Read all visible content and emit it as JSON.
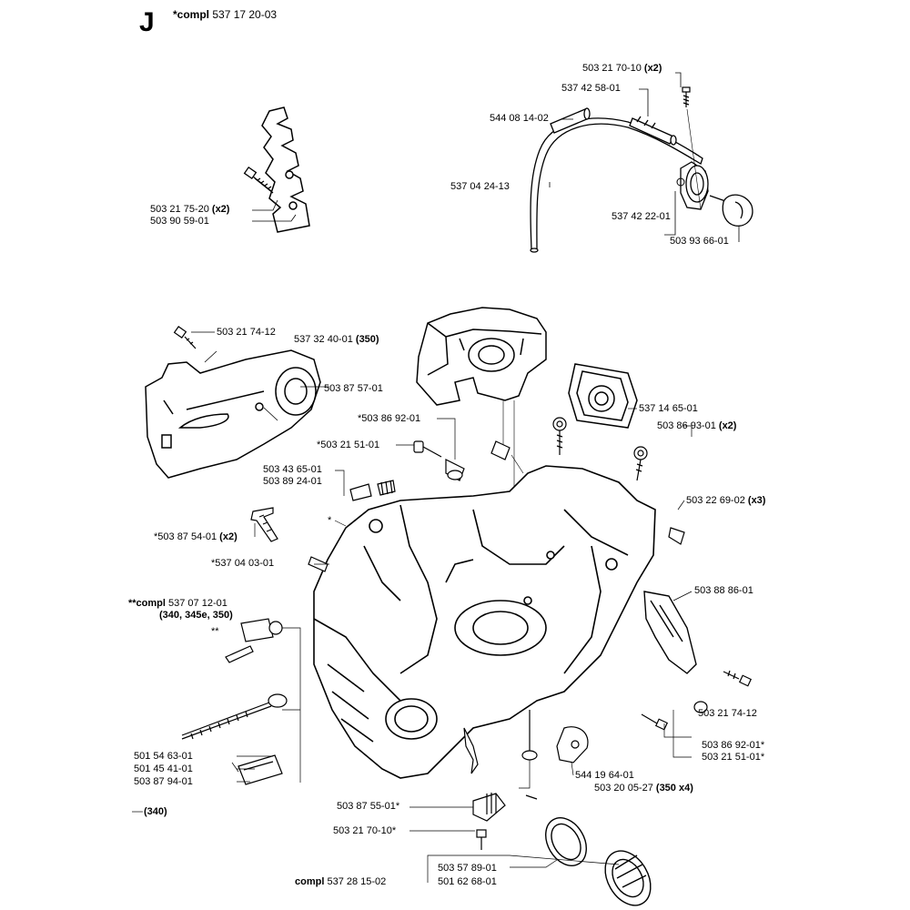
{
  "section": {
    "letter": "J",
    "title_prefix": "*compl",
    "title_number": " 537 17 20-03"
  },
  "labels": [
    {
      "id": "l1",
      "text": "503 21 70-10",
      "suffix": " (x2)"
    },
    {
      "id": "l2",
      "text": "537 42 58-01",
      "suffix": ""
    },
    {
      "id": "l3",
      "text": "544 08 14-02",
      "suffix": ""
    },
    {
      "id": "l4",
      "text": "537 04 24-13",
      "suffix": ""
    },
    {
      "id": "l5",
      "text": "537 42 22-01",
      "suffix": ""
    },
    {
      "id": "l6",
      "text": "503 93 66-01",
      "suffix": ""
    },
    {
      "id": "l7",
      "text": "503 21 75-20",
      "suffix": " (x2)"
    },
    {
      "id": "l8",
      "text": "503 90 59-01",
      "suffix": ""
    },
    {
      "id": "l9",
      "text": "503 21 74-12",
      "suffix": ""
    },
    {
      "id": "l10",
      "text": "537 32 40-01",
      "suffix": " (350)"
    },
    {
      "id": "l11",
      "text": "503 87 57-01",
      "suffix": ""
    },
    {
      "id": "l12",
      "text": "537 14 65-01",
      "suffix": ""
    },
    {
      "id": "l13",
      "text": "*503 86 92-01",
      "suffix": ""
    },
    {
      "id": "l14",
      "text": "*503 21 51-01",
      "suffix": ""
    },
    {
      "id": "l15",
      "text": "503 86 93-01",
      "suffix": " (x2)"
    },
    {
      "id": "l16",
      "text": "503 43 65-01",
      "suffix": ""
    },
    {
      "id": "l17",
      "text": "503 89 24-01",
      "suffix": ""
    },
    {
      "id": "l18",
      "text": "503 22 69-02",
      "suffix": " (x3)"
    },
    {
      "id": "l19",
      "text": "*",
      "suffix": ""
    },
    {
      "id": "l20",
      "text": "*503 87 54-01",
      "suffix": " (x2)"
    },
    {
      "id": "l21",
      "text": "*537 04 03-01",
      "suffix": ""
    },
    {
      "id": "l22",
      "text": "503 88 86-01",
      "suffix": ""
    },
    {
      "id": "l23a",
      "text": "**compl",
      "suffix": " 537 07 12-01"
    },
    {
      "id": "l23b",
      "text": "(340, 345e, 350)",
      "suffix": ""
    },
    {
      "id": "l24",
      "text": "**",
      "suffix": ""
    },
    {
      "id": "l25",
      "text": "503 21 74-12",
      "suffix": ""
    },
    {
      "id": "l26",
      "text": "503 86 92-01*",
      "suffix": ""
    },
    {
      "id": "l27",
      "text": "503 21 51-01*",
      "suffix": ""
    },
    {
      "id": "l28",
      "text": "501 54 63-01",
      "suffix": ""
    },
    {
      "id": "l29",
      "text": "501 45 41-01",
      "suffix": ""
    },
    {
      "id": "l30",
      "text": "503 87 94-01",
      "suffix": ""
    },
    {
      "id": "l31",
      "text": "544 19 64-01",
      "suffix": ""
    },
    {
      "id": "l32",
      "text": "503 20 05-27",
      "suffix": " (350 x4)"
    },
    {
      "id": "l33",
      "text": "(340)",
      "suffix": ""
    },
    {
      "id": "l34",
      "text": "503 87 55-01*",
      "suffix": ""
    },
    {
      "id": "l35",
      "text": "503 21 70-10*",
      "suffix": ""
    },
    {
      "id": "l36",
      "text": "503 57 89-01",
      "suffix": ""
    },
    {
      "id": "l37a",
      "text": "compl",
      "suffix": " 537 28 15-02"
    },
    {
      "id": "l37b",
      "text": "501 62 68-01",
      "suffix": ""
    }
  ]
}
